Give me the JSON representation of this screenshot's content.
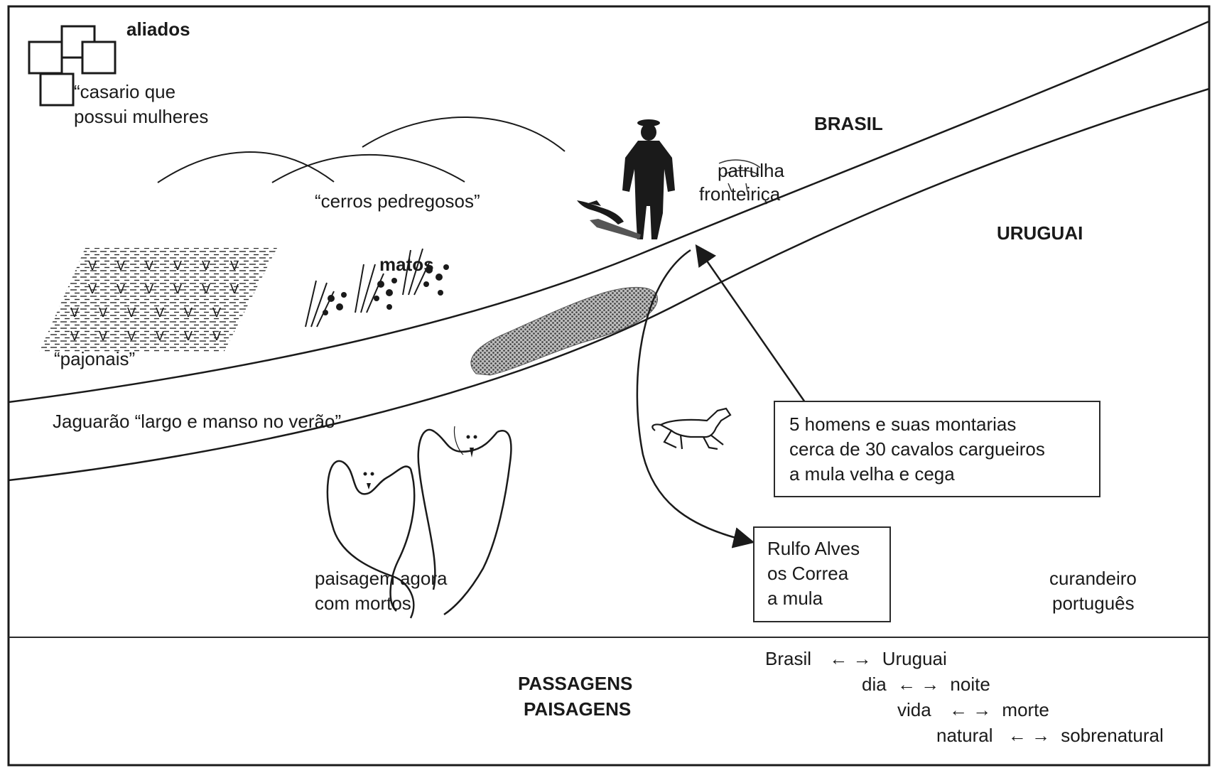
{
  "map": {
    "top_left": {
      "title": "aliados",
      "line1": "“casario que",
      "line2": "possui mulheres"
    },
    "hills_label": "“cerros pedregosos”",
    "brush_label": "matos",
    "grass_label": "“pajonais”",
    "patrol_line1": "patrulha",
    "patrol_line2": "fronteiriça",
    "country_top": "BRASIL",
    "country_bottom": "URUGUAI",
    "river_label": "Jaguarão “largo e manso no verão”",
    "ghosts_line1": "paisagem agora",
    "ghosts_line2": "com mortos",
    "healer_line1": "curandeiro",
    "healer_line2": "português"
  },
  "group_box": {
    "lines": [
      "5 homens e suas montarias",
      "cerca de 30 cavalos cargueiros",
      "a mula velha e cega"
    ]
  },
  "people_box": {
    "lines": [
      "Rulfo Alves",
      "os Correa",
      "a mula"
    ]
  },
  "footer": {
    "title_line1": "PASSAGENS",
    "title_line2": "PAISAGENS",
    "pairs": [
      {
        "left": "Brasil",
        "arrow": "← →",
        "right": "Uruguai"
      },
      {
        "left": "dia",
        "arrow": "← →",
        "right": "noite"
      },
      {
        "left": "vida",
        "arrow": "← →",
        "right": "morte"
      },
      {
        "left": "natural",
        "arrow": "←  →",
        "right": "sobrenatural"
      }
    ]
  },
  "icons": {
    "houses": "houses-icon",
    "hills": "hills-icon",
    "grass": "grass-field-icon",
    "bushes": "bushes-icon",
    "soldier": "soldier-icon",
    "rider": "rider-on-horse-icon",
    "horse": "running-horse-icon",
    "ghosts": "ghosts-icon",
    "shadow": "river-shadow-icon"
  }
}
